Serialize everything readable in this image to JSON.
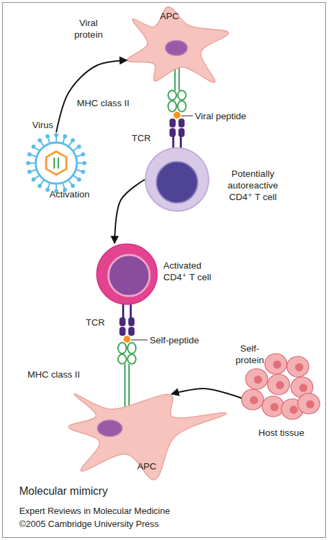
{
  "diagram": {
    "caption": "Molecular mimicry",
    "nodes": [
      {
        "text": [
          "APC"
        ]
      },
      {
        "text": [
          "Virus"
        ]
      },
      {
        "text": [
          "Potentially autoreactive CD4⁺ T cell"
        ]
      },
      {
        "text": [
          "Activated CD4⁺ T cell"
        ]
      },
      {
        "text": [
          "APC"
        ]
      },
      {
        "text": [
          "Host tissue"
        ]
      }
    ],
    "edges": [
      {
        "from": 1,
        "to": 0,
        "arrow": "to",
        "label": "Viral protein"
      },
      {
        "from": 2,
        "to": 3,
        "arrow": "to",
        "label": "Activation"
      },
      {
        "from": 5,
        "to": 4,
        "arrow": "to",
        "label": "Self-protein"
      }
    ],
    "labels": [
      "MHC class II",
      "Viral peptide",
      "TCR",
      "TCR",
      "Self-peptide",
      "MHC class II",
      "Expert Reviews in Molecular Medicine",
      "©2005 Cambridge University Press"
    ]
  }
}
